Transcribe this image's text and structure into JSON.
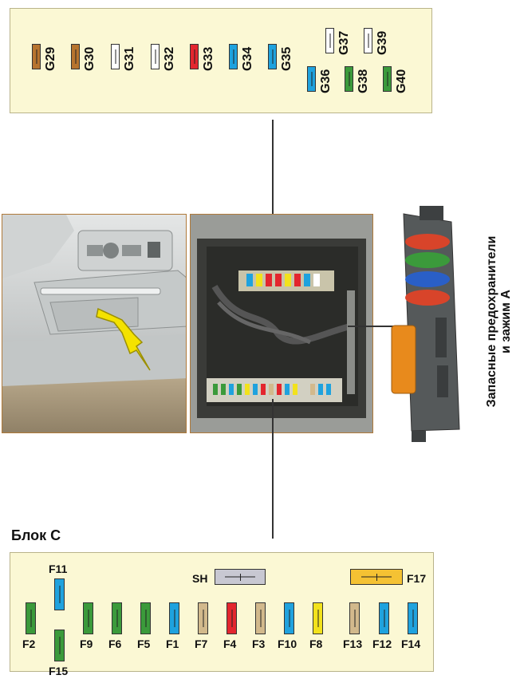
{
  "top_fuses": [
    {
      "label": "G29",
      "color": "#b7742e"
    },
    {
      "label": "G30",
      "color": "#b7742e"
    },
    {
      "label": "G31",
      "color": "#ffffff"
    },
    {
      "label": "G32",
      "color": "#ffffff"
    },
    {
      "label": "G33",
      "color": "#e3262e"
    },
    {
      "label": "G34",
      "color": "#1fa2de"
    },
    {
      "label": "G35",
      "color": "#1fa2de"
    },
    {
      "label": "G36",
      "color": "#1fa2de"
    },
    {
      "label": "G37",
      "color": "#ffffff"
    },
    {
      "label": "G38",
      "color": "#3b9a3b"
    },
    {
      "label": "G39",
      "color": "#ffffff"
    },
    {
      "label": "G40",
      "color": "#3b9a3b"
    }
  ],
  "side_caption": {
    "line1": "Запасные предохранители",
    "line2": "и зажим А"
  },
  "block_title": "Блок С",
  "bottom_fuses": [
    {
      "label": "F11",
      "color": "#1fa2de"
    },
    {
      "label": "F2",
      "color": "#3b9a3b"
    },
    {
      "label": "F15",
      "color": "#3b9a3b"
    },
    {
      "label": "F9",
      "color": "#3b9a3b"
    },
    {
      "label": "F6",
      "color": "#3b9a3b"
    },
    {
      "label": "F5",
      "color": "#3b9a3b"
    },
    {
      "label": "F1",
      "color": "#1fa2de"
    },
    {
      "label": "F7",
      "color": "#d2b98c"
    },
    {
      "label": "F4",
      "color": "#e3262e"
    },
    {
      "label": "F3",
      "color": "#d2b98c"
    },
    {
      "label": "F10",
      "color": "#1fa2de"
    },
    {
      "label": "F8",
      "color": "#f2e21c"
    },
    {
      "label": "F13",
      "color": "#d2b98c"
    },
    {
      "label": "F12",
      "color": "#1fa2de"
    },
    {
      "label": "F14",
      "color": "#1fa2de"
    },
    {
      "label": "SH",
      "color": "#c8c8d2"
    },
    {
      "label": "F17",
      "color": "#f5c233"
    }
  ]
}
